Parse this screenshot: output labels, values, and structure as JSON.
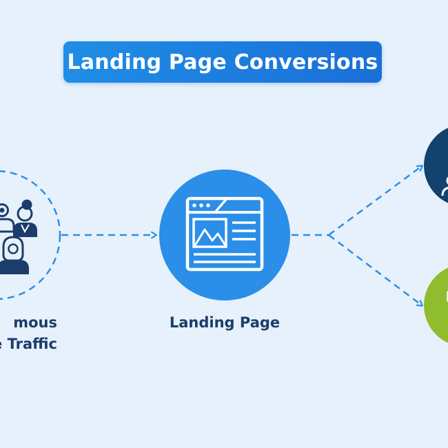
{
  "title": "Landing Page Conversions",
  "nodes": {
    "traffic": {
      "label_line1": "mous",
      "label_line2": "e Traffic"
    },
    "landing_page": {
      "label": "Landing Page"
    }
  },
  "colors": {
    "background": "#e6f1fb",
    "accent_blue": "#2b8ee8",
    "dark_navy": "#13426f",
    "lime_green": "#8fbd2e",
    "text_navy": "#1c3d6b"
  },
  "icons": {
    "traffic": "people-group-icon",
    "landing_page": "webpage-icon",
    "top_outcome": "person-icon",
    "bottom_outcome": "person-icon"
  }
}
